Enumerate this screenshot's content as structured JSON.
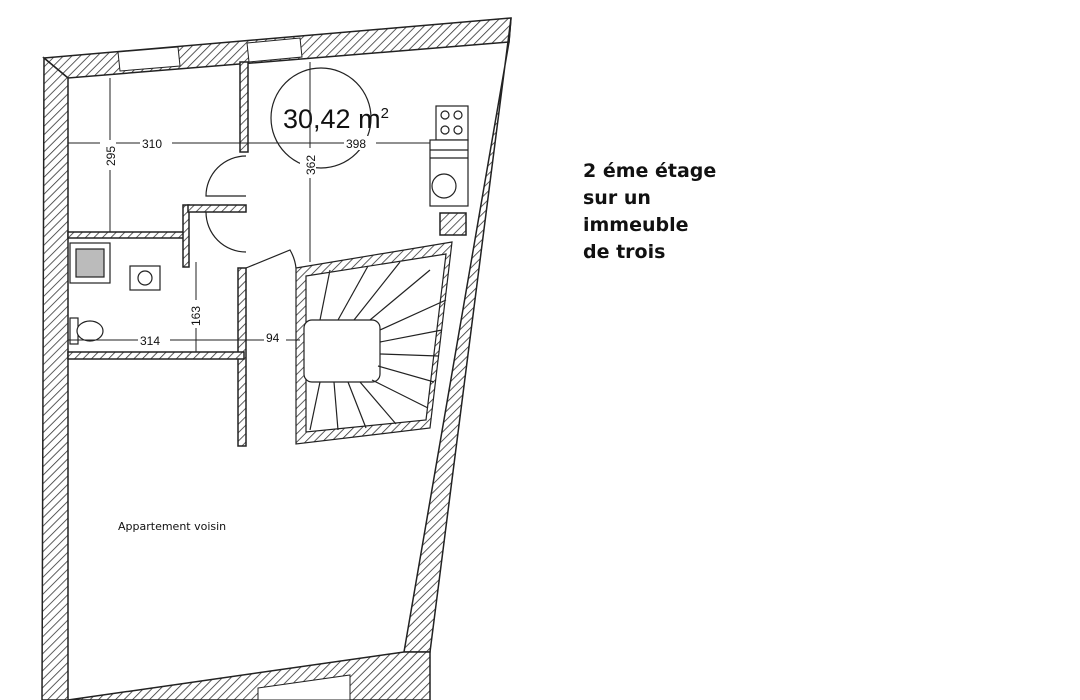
{
  "plan": {
    "area_value": "30,42 m",
    "area_exponent": "2",
    "dimensions": {
      "d310": "310",
      "d398": "398",
      "d295": "295",
      "d362": "362",
      "d163": "163",
      "d314": "314",
      "d94": "94"
    },
    "neighbor_label": "Appartement voisin"
  },
  "note": {
    "lines": [
      "2 éme étage",
      "sur un",
      "immeuble",
      "de trois"
    ]
  }
}
